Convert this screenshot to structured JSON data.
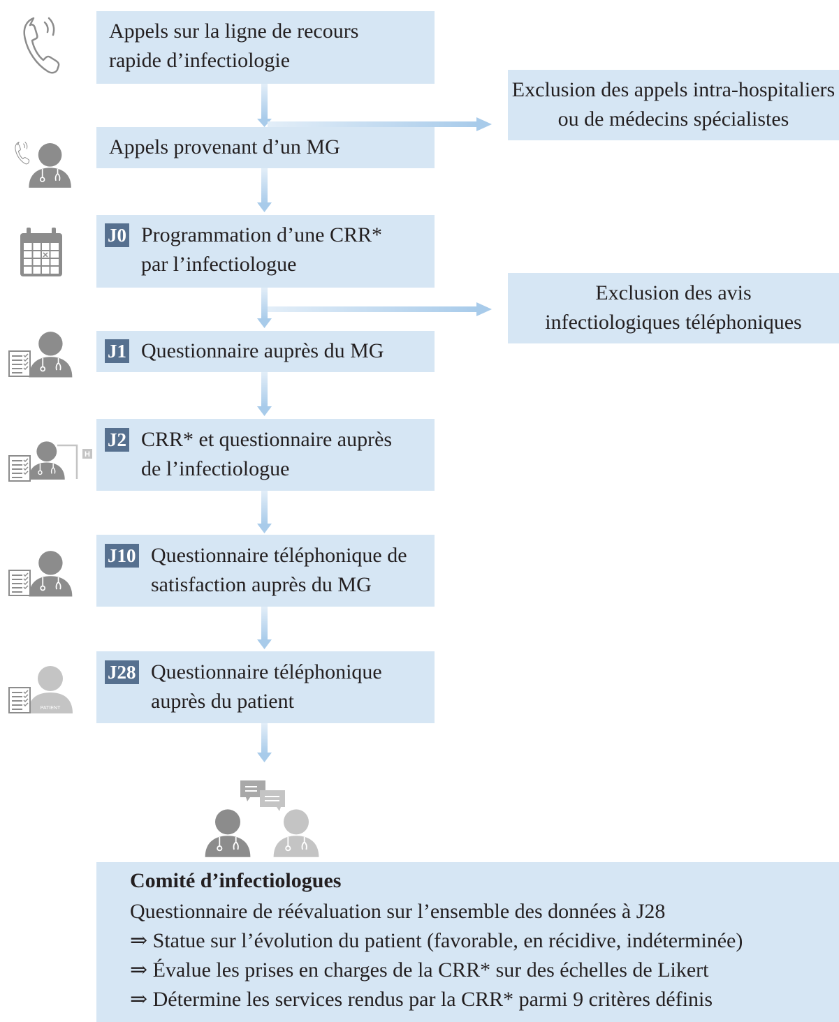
{
  "steps": [
    {
      "id": "calls",
      "badge": "",
      "lines": [
        "Appels sur la ligne de recours",
        "rapide d’infectiologie"
      ]
    },
    {
      "id": "mg-calls",
      "badge": "",
      "lines": [
        "Appels provenant d’un MG"
      ]
    },
    {
      "id": "j0",
      "badge": "J0",
      "lines": [
        "Programmation d’une CRR*",
        "par l’infectiologue"
      ]
    },
    {
      "id": "j1",
      "badge": "J1",
      "lines": [
        "Questionnaire auprès du MG"
      ]
    },
    {
      "id": "j2",
      "badge": "J2",
      "lines": [
        "CRR* et questionnaire auprès",
        "de l’infectiologue"
      ]
    },
    {
      "id": "j10",
      "badge": "J10",
      "lines": [
        "Questionnaire téléphonique de",
        "satisfaction auprès du MG"
      ]
    },
    {
      "id": "j28",
      "badge": "J28",
      "lines": [
        "Questionnaire téléphonique",
        "auprès du patient"
      ]
    }
  ],
  "exclusions": [
    {
      "lines": [
        "Exclusion des appels intra-hospitaliers",
        "ou de médecins spécialistes"
      ]
    },
    {
      "lines": [
        "Exclusion des avis",
        "infectiologiques téléphoniques"
      ]
    }
  ],
  "comite": {
    "title": "Comité d’infectiologues",
    "subtitle": "Questionnaire de réévaluation sur l’ensemble des données à J28",
    "items": [
      "⇒ Statue sur l’évolution du patient (favorable, en récidive, indéterminée)",
      "⇒ Évalue les prises en charges de la CRR* sur des échelles de Likert",
      "⇒ Détermine les services rendus par la CRR* parmi 9 critères définis"
    ]
  },
  "icon_labels": {
    "patient": "PATIENT",
    "hospital": "H"
  },
  "icons": [
    "phone-icon",
    "doctor-phone-icon",
    "calendar-icon",
    "doctor-form-icon",
    "doctor-hospital-form-icon",
    "patient-form-icon",
    "doctors-discussion-icon"
  ],
  "colors": {
    "box": "#d6e6f4",
    "badge": "#56708f",
    "arrow": "#a8cbea",
    "icon": "#8c8c8c",
    "icon_light": "#c4c4c4"
  }
}
